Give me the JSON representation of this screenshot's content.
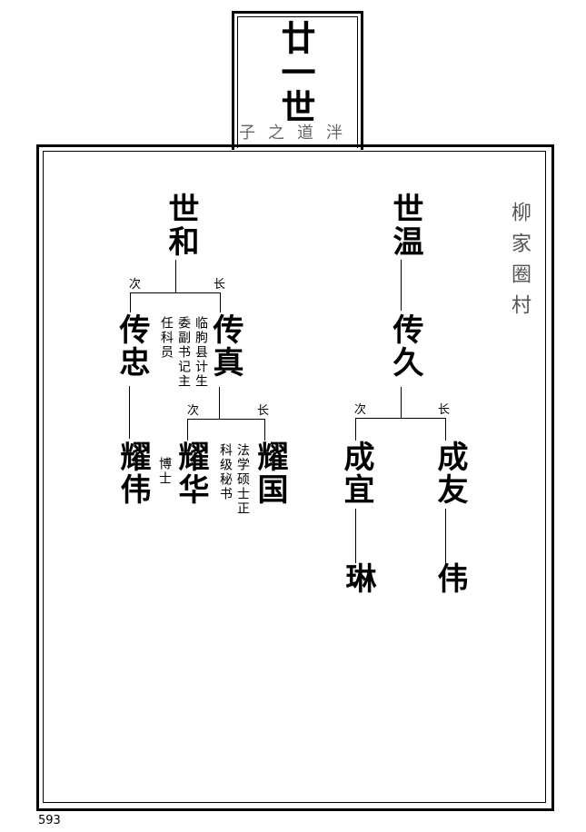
{
  "header": {
    "generation": "廿一世",
    "motto": "子之道泮"
  },
  "village": "柳家圈村",
  "tree_left": {
    "root": "世和",
    "children": [
      {
        "rank": "长",
        "name": "传真",
        "note": "临朐县计生委副书记主任科员",
        "children": [
          {
            "rank": "长",
            "name": "耀国",
            "note": "法学硕士正科级秘书"
          },
          {
            "rank": "次",
            "name": "耀华",
            "note": "博士"
          }
        ]
      },
      {
        "rank": "次",
        "name": "传忠",
        "children": [
          {
            "name": "耀伟"
          }
        ]
      }
    ]
  },
  "tree_right": {
    "root": "世温",
    "child": "传久",
    "children": [
      {
        "rank": "长",
        "name": "成友",
        "children": [
          {
            "name": "伟"
          }
        ]
      },
      {
        "rank": "次",
        "name": "成宜",
        "children": [
          {
            "name": "琳"
          }
        ]
      }
    ]
  },
  "page_number": "593"
}
